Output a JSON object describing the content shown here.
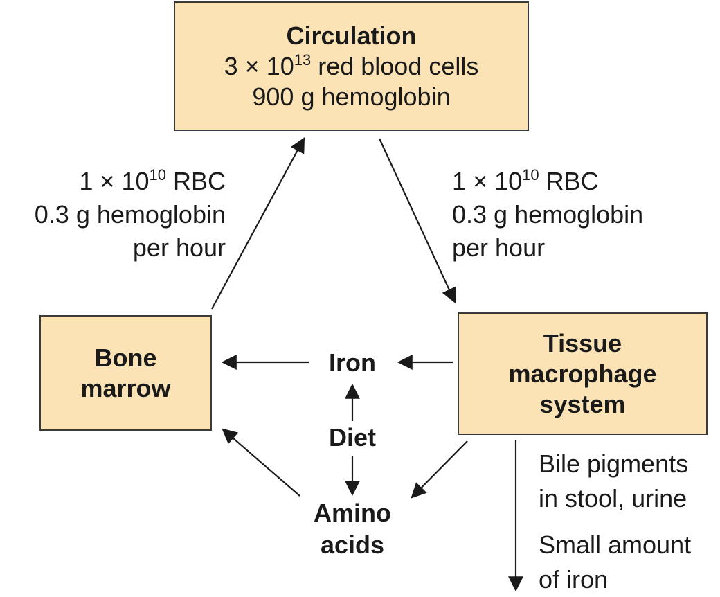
{
  "colors": {
    "box_fill": "#fbe3b6",
    "border": "#3a3a3a",
    "arrow": "#1a1a1a",
    "text": "#1a1a1a"
  },
  "circulation": {
    "title": "Circulation",
    "line2_prefix": "3 × 10",
    "line2_exp": "13",
    "line2_suffix": " red blood cells",
    "line3": "900 g hemoglobin"
  },
  "bone_marrow": {
    "line1": "Bone",
    "line2": "marrow"
  },
  "tissue_macrophage": {
    "line1": "Tissue",
    "line2": "macrophage",
    "line3": "system"
  },
  "flow_left": {
    "line1_prefix": "1 × 10",
    "line1_exp": "10",
    "line1_suffix": " RBC",
    "line2": "0.3 g hemoglobin",
    "line3": "per hour"
  },
  "flow_right": {
    "line1_prefix": "1 × 10",
    "line1_exp": "10",
    "line1_suffix": " RBC",
    "line2": "0.3 g hemoglobin",
    "line3": "per hour"
  },
  "center_nodes": {
    "iron": "Iron",
    "diet": "Diet",
    "amino_line1": "Amino",
    "amino_line2": "acids"
  },
  "excretion": {
    "bile_line1": "Bile pigments",
    "bile_line2": "in stool, urine",
    "iron_line1": "Small amount",
    "iron_line2": "of iron"
  }
}
